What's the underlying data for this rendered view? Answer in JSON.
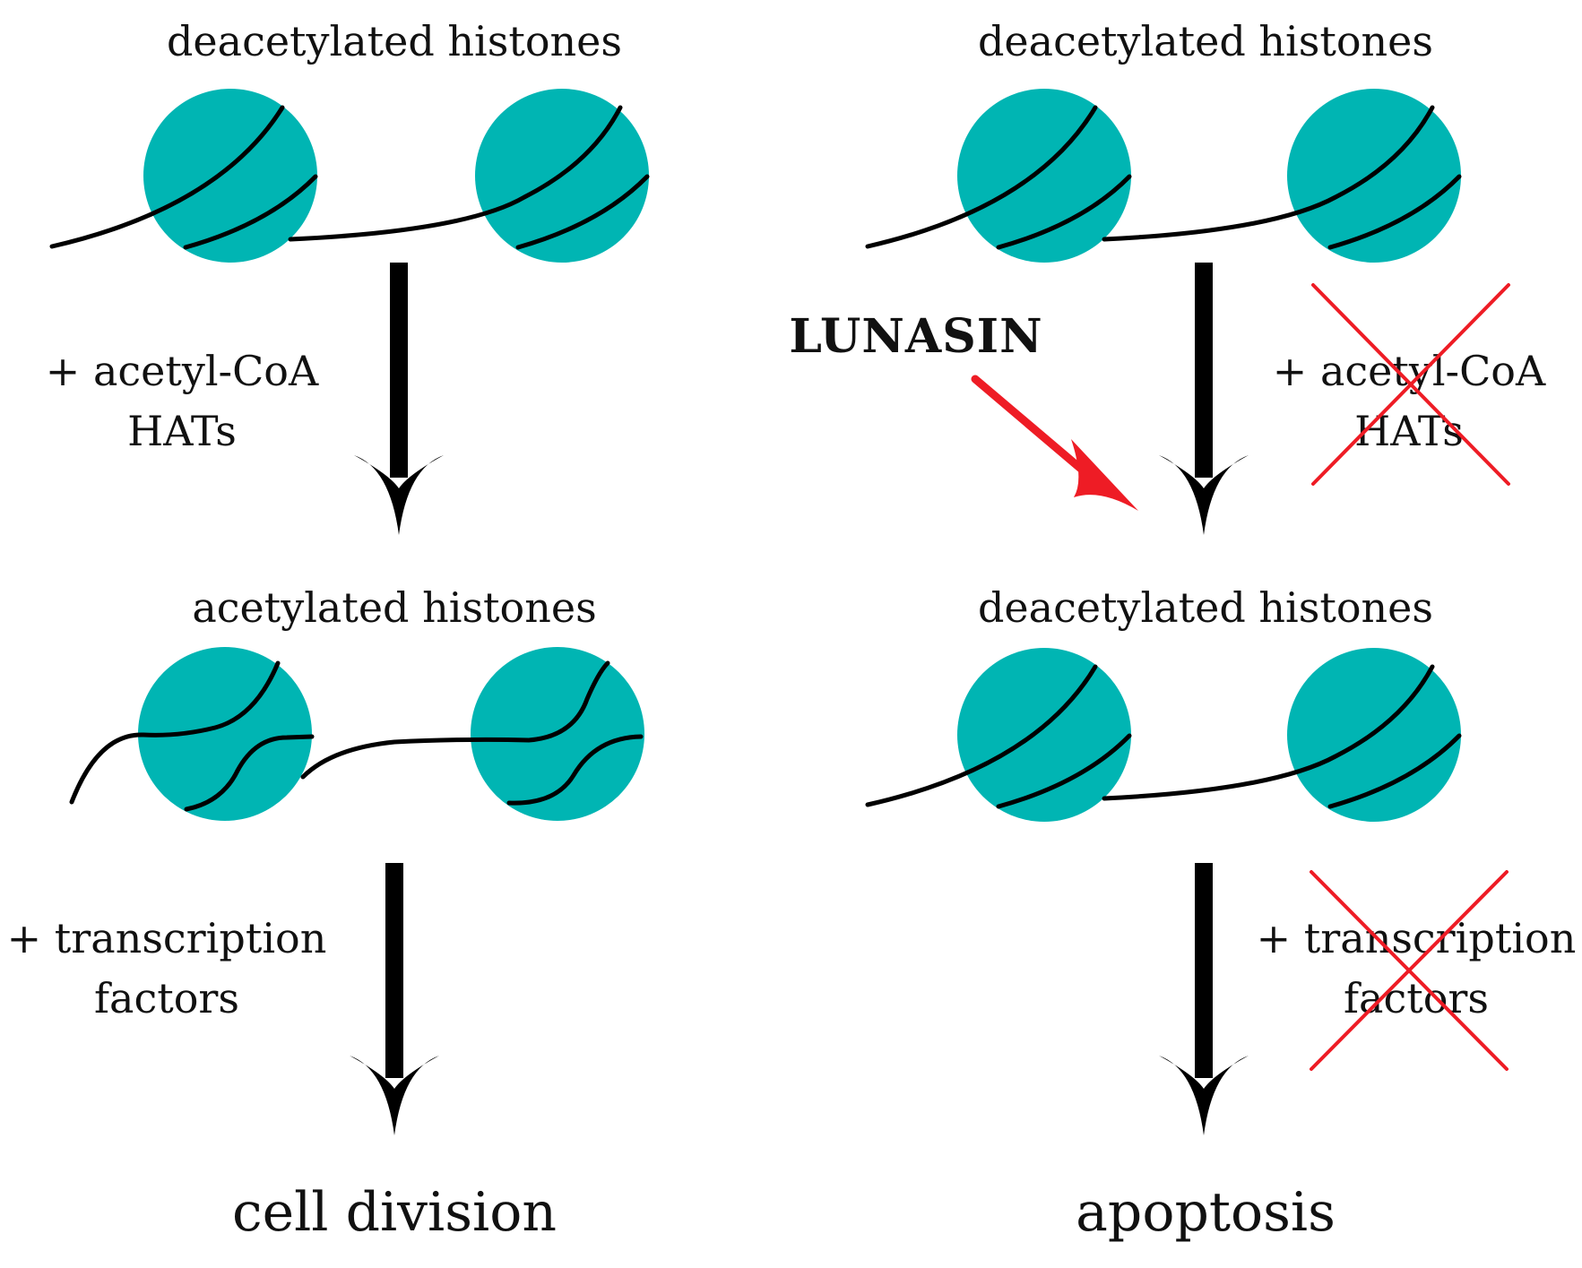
{
  "colors": {
    "histone": "#00b5b3",
    "inhibitor": "#ee1c25",
    "arrow": "#000000",
    "text": "#111111"
  },
  "left_pathway": {
    "top_label": "deacetylated histones",
    "step1": [
      "+ acetyl-CoA",
      "HATs"
    ],
    "middle_label": "acetylated histones",
    "step2": [
      "+ transcription",
      "factors"
    ],
    "outcome": "cell division"
  },
  "right_pathway": {
    "top_label": "deacetylated histones",
    "inhibitor": "LUNASIN",
    "step1_blocked": [
      "+ acetyl-CoA",
      "HATs"
    ],
    "middle_label": "deacetylated histones",
    "step2_blocked": [
      "+ transcription",
      "factors"
    ],
    "outcome": "apoptosis"
  }
}
